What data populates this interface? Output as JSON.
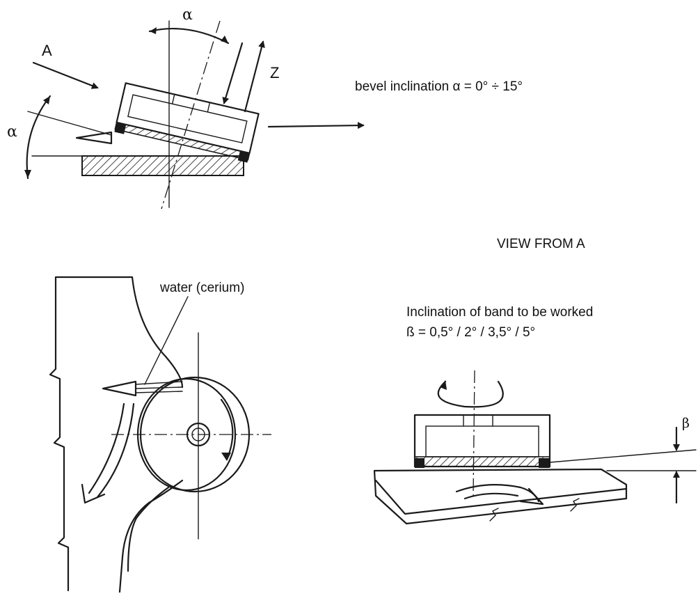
{
  "labels": {
    "view_arrow": "A",
    "alpha_top": "α",
    "alpha_left": "α",
    "z_axis": "Z",
    "bevel": "bevel inclination α = 0° ÷ 15°",
    "view_from": "VIEW FROM A",
    "water": "water (cerium)",
    "band_line1": "Inclination of band to be worked",
    "band_line2": "ß = 0,5° / 2° / 3,5° / 5°",
    "beta": "β"
  }
}
